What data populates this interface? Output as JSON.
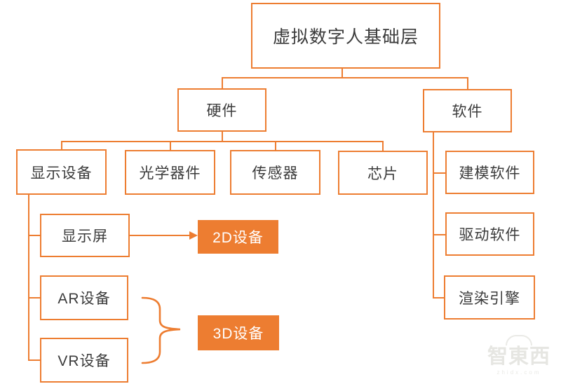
{
  "diagram_title": "虚拟数字人基础层",
  "nodes": {
    "root": "虚拟数字人基础层",
    "hardware": "硬件",
    "software": "软件",
    "display_device": "显示设备",
    "optics": "光学器件",
    "sensor": "传感器",
    "chip": "芯片",
    "modeling_software": "建模软件",
    "driver_software": "驱动软件",
    "render_engine": "渲染引擎",
    "screen": "显示屏",
    "ar_device": "AR设备",
    "vr_device": "VR设备",
    "device_2d": "2D设备",
    "device_3d": "3D设备"
  },
  "colors": {
    "accent": "#ED7D31",
    "text": "#3B3B3B",
    "box_bg": "#FFFFFF"
  },
  "watermark": {
    "logo": "智東西",
    "domain": "zhidx.com"
  }
}
